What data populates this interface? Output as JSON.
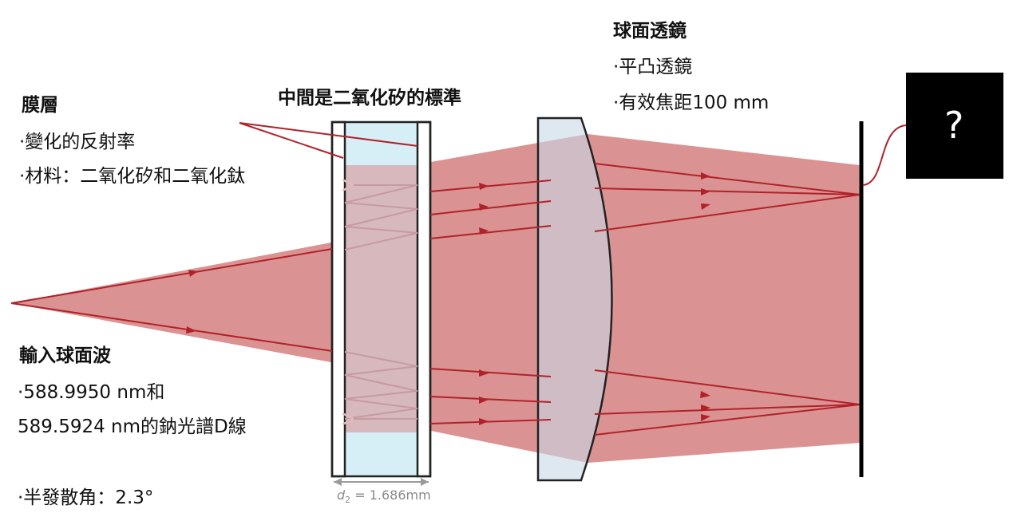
{
  "film": {
    "title": "膜層",
    "line1": "·變化的反射率",
    "line2": "·材料：二氧化矽和二氧化鈦"
  },
  "etalon": {
    "title": "中間是二氧化矽的標準",
    "thickness_label": "d",
    "thickness_sub": "2",
    "thickness_value": " = 1.686mm"
  },
  "lens": {
    "title": "球面透鏡",
    "line1": "·平凸透鏡",
    "line2": "·有效焦距100 mm"
  },
  "input": {
    "title": "輸入球面波",
    "line1": "·588.9950 nm和",
    "line2": "589.5924 nm的鈉光譜D線",
    "line3": "·半發散角：2.3°"
  },
  "detector": {
    "symbol": "?"
  },
  "colors": {
    "beam": "#d98c8c",
    "ray": "#b0222a",
    "glass": "#d6eef6",
    "detector": "#000000"
  }
}
